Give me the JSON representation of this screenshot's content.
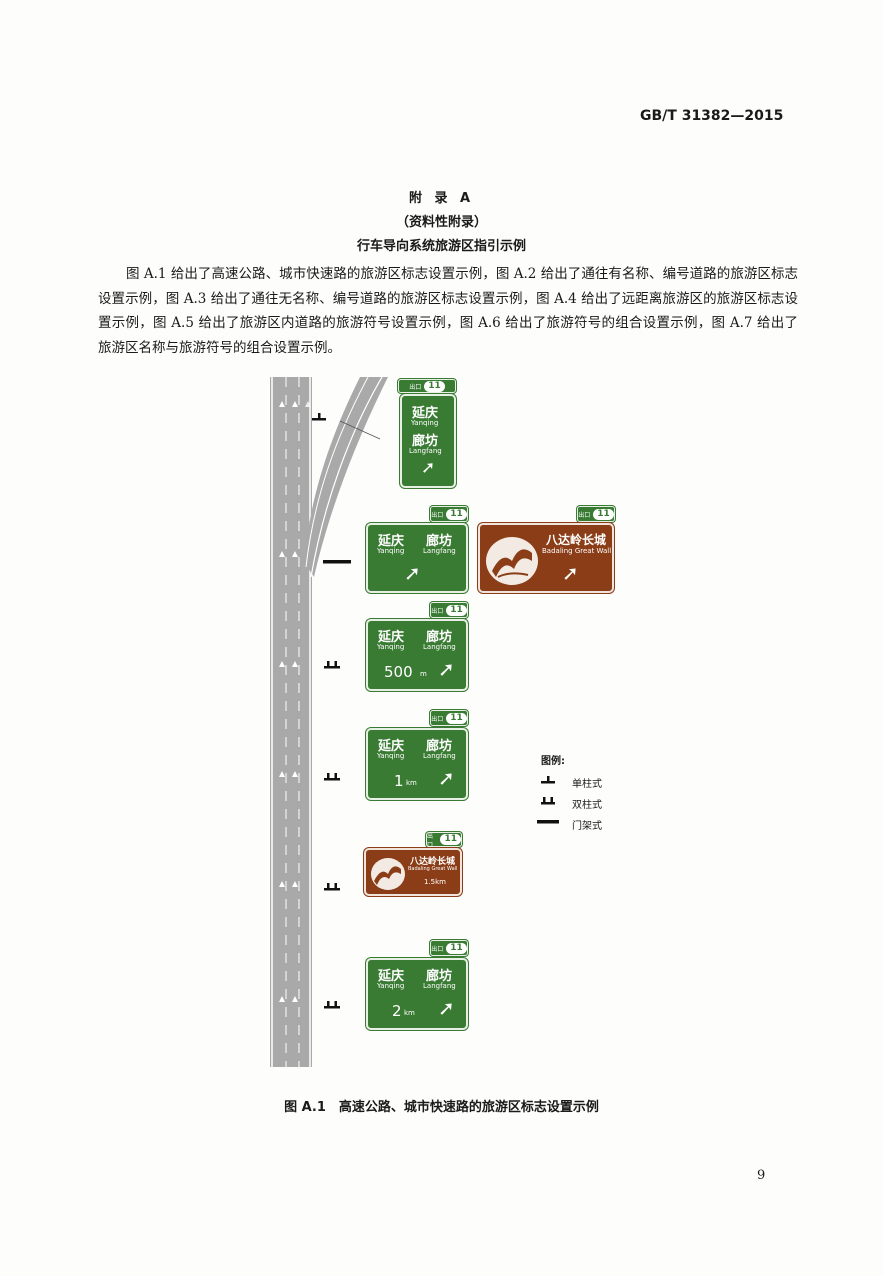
{
  "header": {
    "standard_number": "GB/T 31382—2015"
  },
  "appendix": {
    "title": "附 录 A",
    "type": "（资料性附录）",
    "subtitle": "行车导向系统旅游区指引示例"
  },
  "paragraph": "图 A.1 给出了高速公路、城市快速路的旅游区标志设置示例，图 A.2 给出了通往有名称、编号道路的旅游区标志设置示例，图 A.3 给出了通往无名称、编号道路的旅游区标志设置示例，图 A.4 给出了远距离旅游区的旅游区标志设置示例，图 A.5 给出了旅游区内道路的旅游符号设置示例，图 A.6 给出了旅游符号的组合设置示例，图 A.7 给出了旅游区名称与旅游符号的组合设置示例。",
  "figure": {
    "caption": "图 A.1　高速公路、城市快速路的旅游区标志设置示例",
    "exit_tab_text": "出口",
    "exit_number": "11",
    "arrow_glyph": "➚",
    "places": {
      "yanqing_cn": "延庆",
      "yanqing_py": "Yanqing",
      "langfang_cn": "廊坊",
      "langfang_py": "Langfang",
      "badaling_cn": "八达岭长城",
      "badaling_py": "Badaling Great Wall"
    },
    "distances": {
      "d500": "500",
      "d500_unit": "m",
      "d1": "1",
      "d1_unit": "km",
      "d15": "1.5km",
      "d2": "2",
      "d2_unit": "km"
    },
    "legend": {
      "title": "图例:",
      "items": [
        "单柱式",
        "双柱式",
        "门架式"
      ]
    },
    "colors": {
      "guide_green": "#3a7b34",
      "tourist_brown": "#8a3d17",
      "road_gray": "#a9a9a9"
    }
  },
  "page_number": "9"
}
